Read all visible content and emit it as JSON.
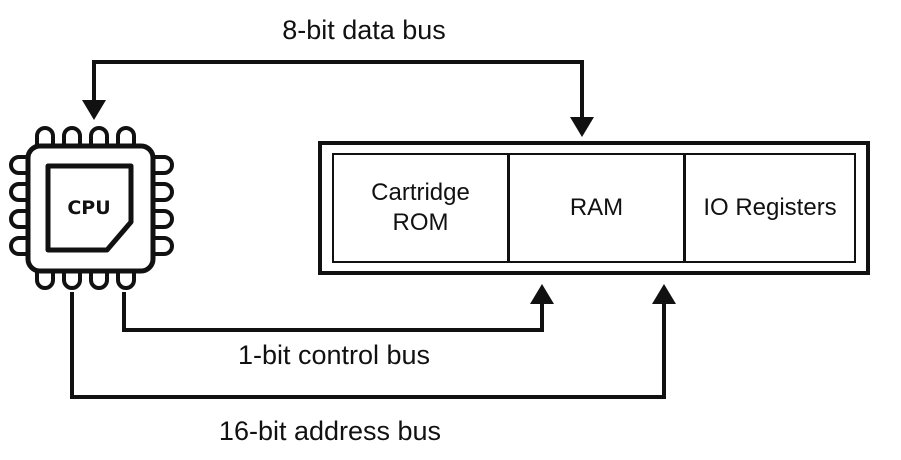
{
  "buses": {
    "data": "8-bit data bus",
    "control": "1-bit control bus",
    "address": "16-bit address bus"
  },
  "cpu": {
    "label": "CPU",
    "icon": "cpu-chip-icon"
  },
  "memory_map": {
    "regions": [
      {
        "label": "Cartridge\nROM"
      },
      {
        "label": "RAM"
      },
      {
        "label": "IO Registers"
      }
    ]
  },
  "colors": {
    "stroke": "#111111",
    "background": "#ffffff"
  }
}
